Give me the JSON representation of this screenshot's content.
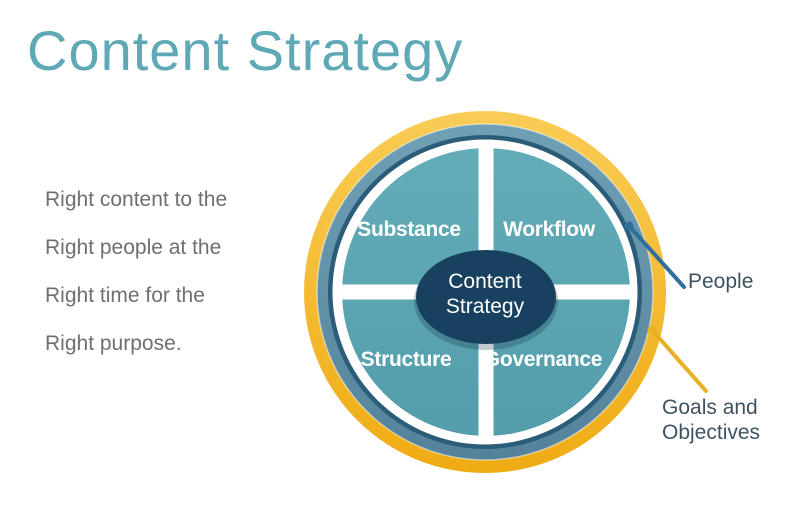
{
  "title": "Content Strategy",
  "intro": {
    "lines": [
      "Right content to the",
      "Right people at the",
      "Right time for the",
      "Right purpose."
    ]
  },
  "diagram": {
    "center": {
      "line1": "Content",
      "line2": "Strategy"
    },
    "quadrants": {
      "top_left": "Substance",
      "top_right": "Workflow",
      "bottom_left": "Structure",
      "bottom_right": "Governance"
    },
    "callouts": {
      "people": {
        "label": "People",
        "line_color": "#2E6F9E"
      },
      "goals": {
        "line1": "Goals and",
        "line2": "Objectives",
        "line_color": "#E8B125"
      }
    },
    "colors": {
      "outer_ring_top": "#F9CC55",
      "outer_ring_bottom": "#EFAB13",
      "middle_ring_top": "#6FA0B6",
      "middle_ring_bottom": "#54829A",
      "dark_ring": "#2B5C7A",
      "inner_ring": "#FFFFFF",
      "quadrant_top": "#63ACB8",
      "quadrant_bottom": "#549DAB",
      "center_fill": "#18405F",
      "quadrant_label_text": "#FFFFFF",
      "callout_text": "#3E5362"
    }
  },
  "theme": {
    "title_color": "#5FA8B6",
    "body_text_color": "#6E6F72",
    "background": "#FFFFFF"
  }
}
